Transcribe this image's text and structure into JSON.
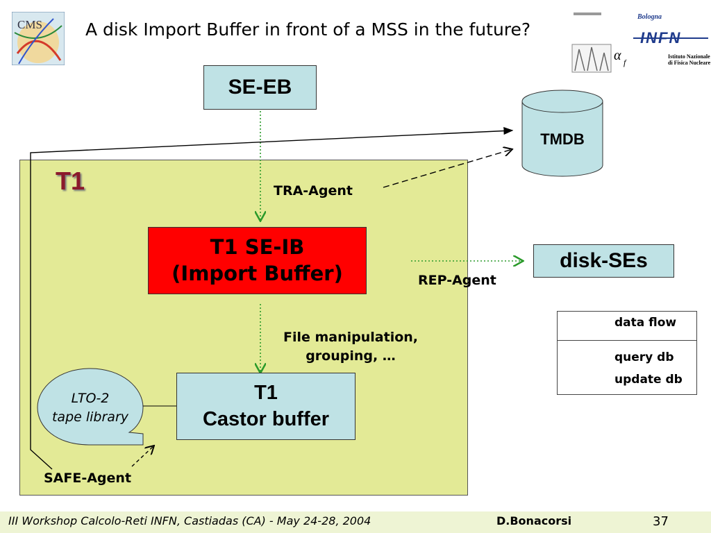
{
  "slide": {
    "title": "A disk Import Buffer in front of a MSS in the future?",
    "region_label": "T1"
  },
  "boxes": {
    "se_eb": "SE-EB",
    "se_ib_line1": "T1 SE-IB",
    "se_ib_line2": "(Import Buffer)",
    "castor_line1": "T1",
    "castor_line2": "Castor buffer",
    "disk_ses": "disk-SEs",
    "tmdb": "TMDB",
    "lto_line1": "LTO-2",
    "lto_line2": "tape library"
  },
  "agents": {
    "tra": "TRA-Agent",
    "rep": "REP-Agent",
    "safe": "SAFE-Agent",
    "file_manipulation_line1": "File manipulation,",
    "file_manipulation_line2": "grouping, …"
  },
  "legend": {
    "data_flow": "data flow",
    "query_db": "query db",
    "update_db": "update db"
  },
  "footer": {
    "left_text": "III Workshop Calcolo-Reti INFN, Castiadas (CA) - May 24-28, 2004",
    "author": "D.Bonacorsi",
    "page_number": "37"
  },
  "logos": {
    "cms": "CMS",
    "infn_city": "Bologna",
    "infn": "INFN",
    "infn_sub_line1": "Istituto Nazionale",
    "infn_sub_line2": "di Fisica Nucleare"
  },
  "colors": {
    "region_fill": "#e3ea96",
    "box_fill": "#bfe2e5",
    "import_buffer_fill": "#ff0000",
    "region_title": "#8b1a2b",
    "data_flow_line": "#2a9a2a"
  }
}
